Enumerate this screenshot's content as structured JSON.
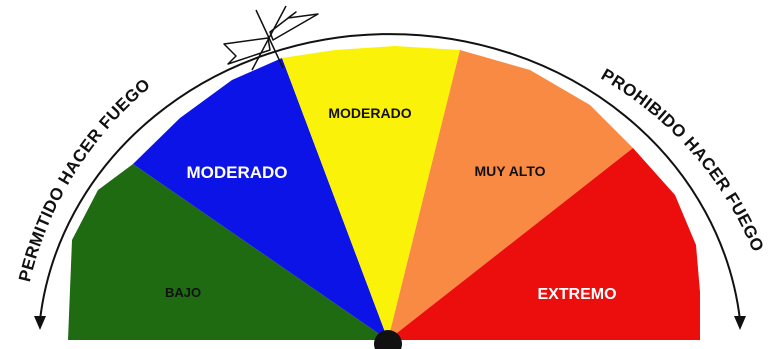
{
  "gauge": {
    "left_arc_label": "PERMITIDO HACER FUEGO",
    "right_arc_label": "PROHIBIDO HACER FUEGO",
    "levels": [
      {
        "label": "BAJO",
        "color": "#1e6b12",
        "text_color": "#111111"
      },
      {
        "label": "MODERADO",
        "color": "#0b13e6",
        "text_color": "#ffffff"
      },
      {
        "label": "MODERADO",
        "color": "#fbf20a",
        "text_color": "#111111"
      },
      {
        "label": "MUY ALTO",
        "color": "#f98a43",
        "text_color": "#111111"
      },
      {
        "label": "EXTREMO",
        "color": "#ec0d0d",
        "text_color": "#ffffff"
      }
    ],
    "pointer_level": "MODERADO",
    "icons": [
      "arrow-pointer-icon",
      "pivot-dot-icon",
      "arrow-down-icon"
    ]
  }
}
